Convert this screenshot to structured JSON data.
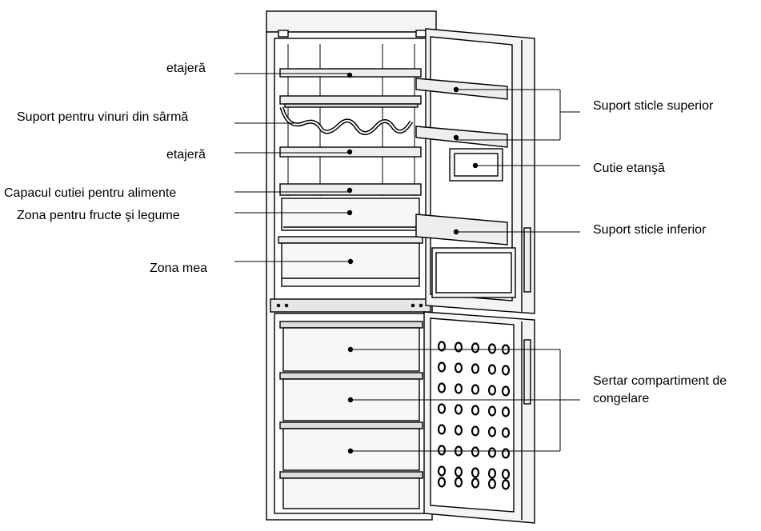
{
  "labels": {
    "left": {
      "shelf_top": "etajeră",
      "wine_rack": "Suport pentru vinuri din sârmă",
      "shelf_middle": "etajeră",
      "crisper_cover": "Capacul cutiei pentru alimente",
      "crisper_zone": "Zona pentru fructe şi legume",
      "my_zone": "Zona mea"
    },
    "right": {
      "bottle_rack_upper": "Suport sticle superior",
      "sealed_box": "Cutie etanşă",
      "bottle_rack_lower": "Suport sticle inferior",
      "freezer_drawer": "Sertar compartiment de congelare"
    }
  },
  "colors": {
    "line": "#000000",
    "fill_light": "#f2f2f2",
    "fill_mid": "#dcdcdc"
  }
}
